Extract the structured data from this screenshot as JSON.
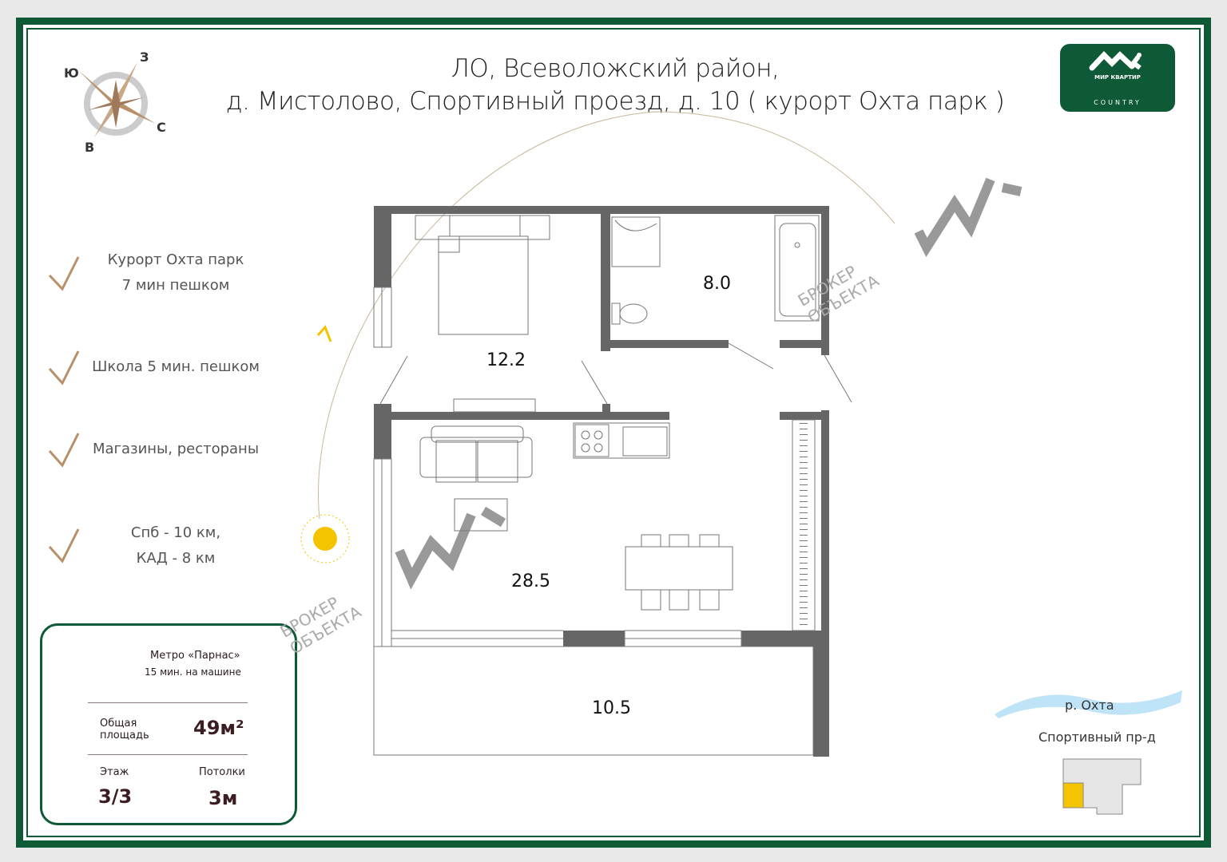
{
  "title": {
    "line1": "ЛО, Всеволожский район,",
    "line2": "д. Мистолово, Спортивный проезд, д. 10 ( курорт Охта парк )"
  },
  "logo": {
    "name": "МИР КВАРТИР",
    "sub": "COUNTRY"
  },
  "compass": {
    "n": "З",
    "s": "В",
    "e": "С",
    "w": "Ю"
  },
  "features": [
    {
      "l1": "Курорт Охта парк",
      "l2": "7 мин пешком"
    },
    {
      "l1": "Школа 5 мин. пешком"
    },
    {
      "l1": "Магазины, рестораны"
    },
    {
      "l1": "Спб - 10 км,",
      "l2": "КАД - 8 км"
    }
  ],
  "info": {
    "metro": "Метро «Парнас»",
    "metro_time": "15 мин. на машине",
    "area_label1": "Общая",
    "area_label2": "площадь",
    "area": "49м²",
    "floor_label": "Этаж",
    "floor": "3/3",
    "ceil_label": "Потолки",
    "ceil": "3м"
  },
  "rooms": {
    "bedroom": "12.2",
    "bath": "8.0",
    "living": "28.5",
    "balcony": "10.5"
  },
  "watermark": {
    "l1": "БРОКЕР",
    "l2": "ОБЪЕКТА"
  },
  "map": {
    "river": "р. Охта",
    "street": "Спортивный пр-д"
  },
  "colors": {
    "green": "#0f5a36",
    "wall": "#666666",
    "accent": "#b8906a",
    "sun": "#f5c400"
  }
}
